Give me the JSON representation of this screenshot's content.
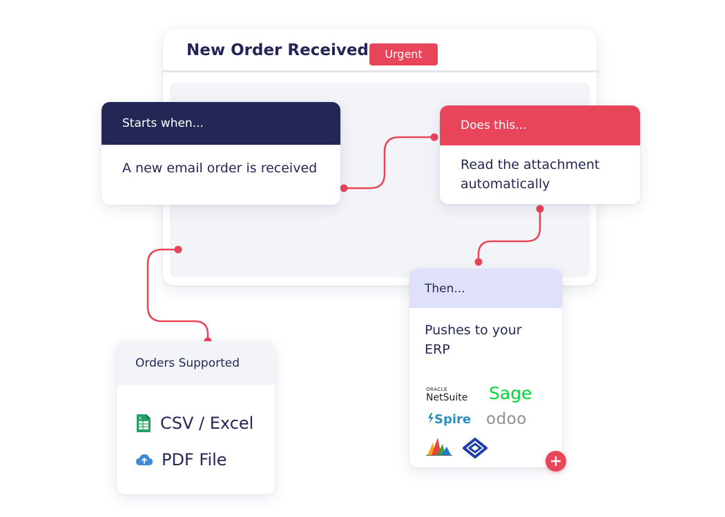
{
  "window": {
    "title": "New Order Received",
    "badge": "Urgent"
  },
  "trigger": {
    "header": "Starts when...",
    "body": "A new email order is received"
  },
  "action": {
    "header": "Does this...",
    "body": "Read the attachment automatically"
  },
  "then": {
    "header": "Then...",
    "body": "Pushes to your ERP",
    "logos": {
      "netsuite_top": "ORACLE",
      "netsuite": "NetSuite",
      "sage": "Sage",
      "spire": "Spire",
      "odoo": "odoo"
    }
  },
  "orders": {
    "header": "Orders Supported",
    "items": [
      {
        "label": "CSV / Excel",
        "icon": "spreadsheet-icon"
      },
      {
        "label": "PDF File",
        "icon": "cloud-upload-icon"
      }
    ]
  },
  "colors": {
    "navy": "#232755",
    "accent_red": "#e8445a",
    "lavender": "#dfe0fa",
    "panel_gray": "#f3f4f8"
  }
}
